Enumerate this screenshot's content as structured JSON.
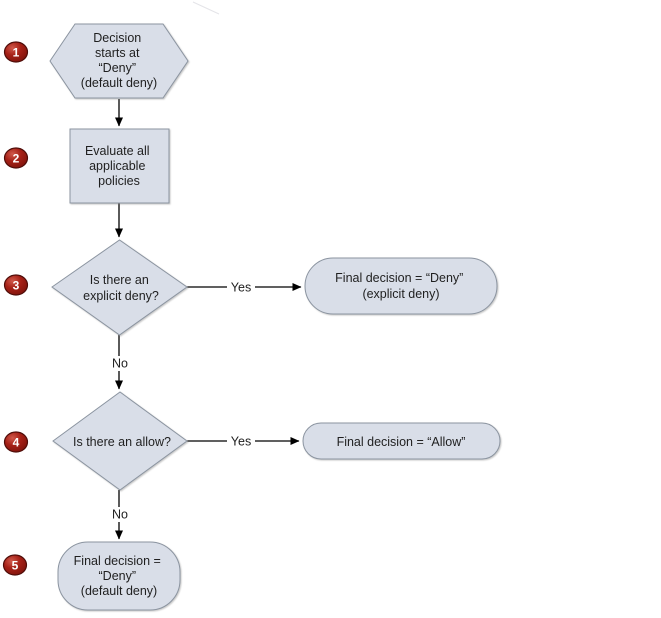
{
  "colors": {
    "node_fill": "#d9dee8",
    "node_stroke": "#8b94a0",
    "line_color": "#000000",
    "badge_fill": "#a62117",
    "badge_stroke": "#4f0d09",
    "badge_text": "#ffffff"
  },
  "badges": [
    "1",
    "2",
    "3",
    "4",
    "5"
  ],
  "nodes": {
    "start": {
      "shape": "hexagon",
      "lines": [
        "Decision",
        "starts at",
        "“Deny”",
        "(default deny)"
      ]
    },
    "evaluate": {
      "shape": "rect",
      "lines": [
        "Evaluate all",
        "applicable",
        "policies"
      ]
    },
    "explicit_deny_question": {
      "shape": "diamond",
      "lines": [
        "Is there an",
        "explicit deny?"
      ]
    },
    "final_deny_explicit": {
      "shape": "stadium",
      "lines": [
        "Final decision = “Deny”",
        "(explicit deny)"
      ]
    },
    "allow_question": {
      "shape": "diamond",
      "lines": [
        "Is there an allow?"
      ]
    },
    "final_allow": {
      "shape": "stadium",
      "lines": [
        "Final decision = “Allow”"
      ]
    },
    "final_deny_default": {
      "shape": "stadium",
      "lines": [
        "Final decision =",
        "“Deny”",
        "(default deny)"
      ]
    }
  },
  "edge_labels": {
    "explicit_deny_yes": "Yes",
    "explicit_deny_no": "No",
    "allow_yes": "Yes",
    "allow_no": "No"
  }
}
